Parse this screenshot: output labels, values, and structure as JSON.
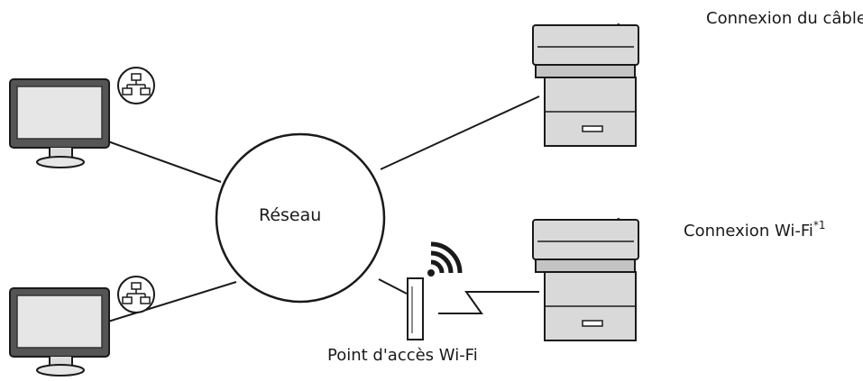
{
  "diagram": {
    "network_label": "Réseau",
    "wired_connection_label": "Connexion du câble LAN",
    "wifi_connection_label": "Connexion Wi-Fi",
    "wifi_footnote": "*1",
    "access_point_label": "Point d'accès Wi-Fi",
    "icons": {
      "computer": "computer-monitor-icon",
      "network_badge": "network-topology-icon",
      "printer": "multifunction-printer-icon",
      "access_point": "wifi-access-point-icon",
      "signal": "wifi-signal-icon"
    },
    "colors": {
      "stroke": "#1a1a1a",
      "monitor_frame": "#555555",
      "monitor_screen": "#e6e6e6",
      "printer_body": "#d9d9d9",
      "printer_shade": "#c4c4c4"
    }
  }
}
